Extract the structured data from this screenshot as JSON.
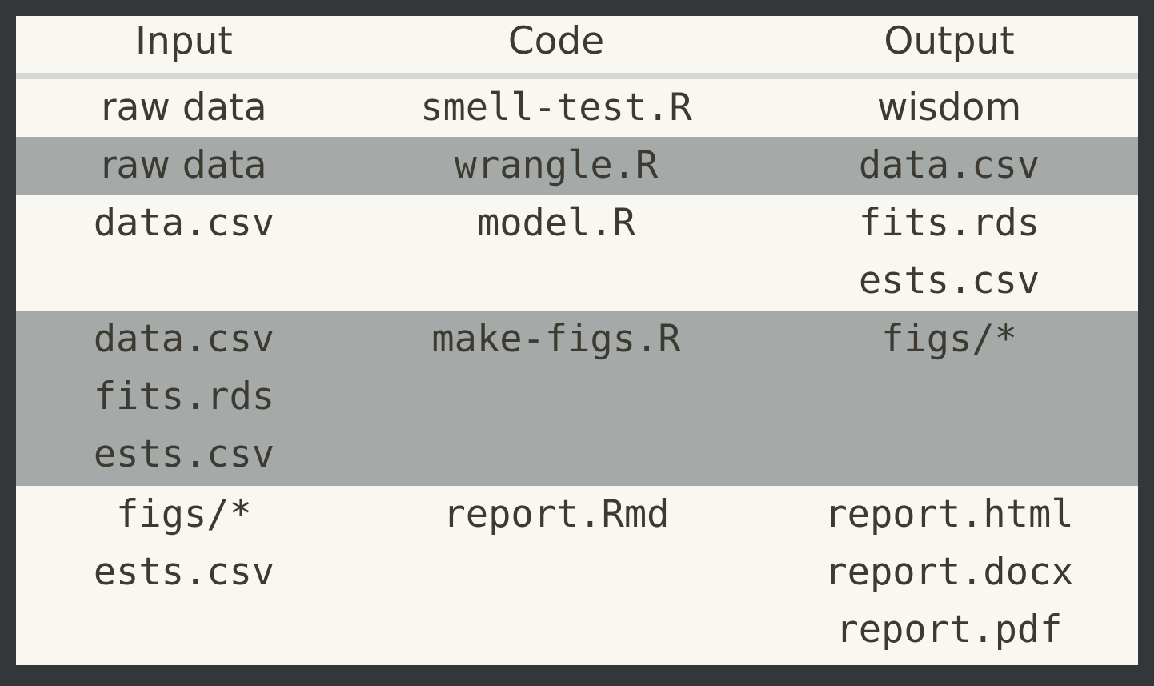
{
  "figure": {
    "kind": "table",
    "outer_background": "#333739",
    "table_background": "#f8f7f2",
    "stripe_background": "#a5aaa8",
    "header_rule_color": "#d7d7d5",
    "text_color": "#3d3a32"
  },
  "table": {
    "columns": [
      {
        "key": "input",
        "label": "Input"
      },
      {
        "key": "code",
        "label": "Code"
      },
      {
        "key": "output",
        "label": "Output"
      }
    ],
    "rows": [
      {
        "striped": false,
        "input": "raw data",
        "code": "smell-test.R",
        "output": "wisdom",
        "input_mono": false,
        "output_mono": false
      },
      {
        "striped": true,
        "input": "raw data",
        "code": "wrangle.R",
        "output": "data.csv",
        "input_mono": false,
        "output_mono": true
      },
      {
        "striped": false,
        "input": "data.csv",
        "code": "model.R",
        "output": "fits.rds\nests.csv",
        "input_mono": true,
        "output_mono": true
      },
      {
        "striped": true,
        "input": "data.csv\nfits.rds\nests.csv",
        "code": "make-figs.R",
        "output": "figs/*",
        "input_mono": true,
        "output_mono": true
      },
      {
        "striped": false,
        "input": "figs/*\nests.csv",
        "code": "report.Rmd",
        "output": "report.html\nreport.docx\nreport.pdf",
        "input_mono": true,
        "output_mono": true
      }
    ]
  }
}
